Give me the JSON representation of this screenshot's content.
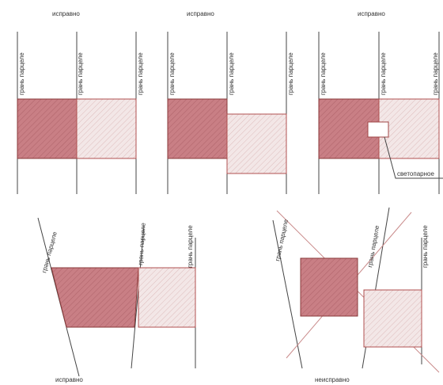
{
  "captions": {
    "top_left": "исправно",
    "top_middle": "исправно",
    "top_right": "исправно",
    "bottom_left": "исправно",
    "bottom_right": "неисправно"
  },
  "labels": {
    "edge": "грань парцеле",
    "gap": "светопарное"
  },
  "colors": {
    "dark_fill": "#c97f85",
    "light_fill": "#f1e4e4",
    "line": "#444444"
  }
}
